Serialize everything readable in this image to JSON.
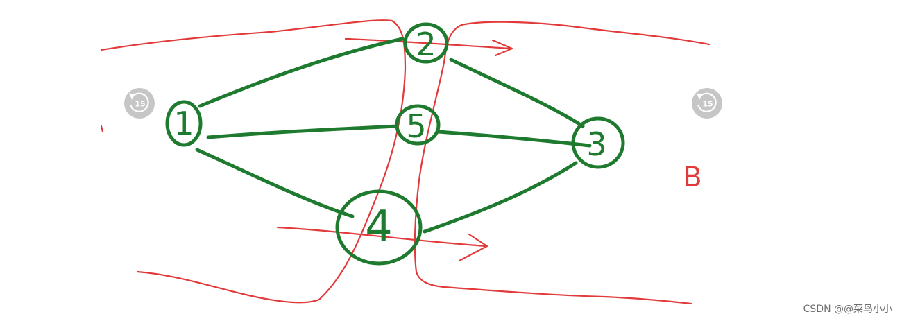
{
  "nodes": [
    {
      "label": "1"
    },
    {
      "label": "2"
    },
    {
      "label": "3"
    },
    {
      "label": "4"
    },
    {
      "label": "5"
    }
  ],
  "edges": [
    {
      "from": "1",
      "to": "2"
    },
    {
      "from": "1",
      "to": "5"
    },
    {
      "from": "1",
      "to": "4"
    },
    {
      "from": "2",
      "to": "3"
    },
    {
      "from": "5",
      "to": "3"
    },
    {
      "from": "4",
      "to": "3"
    }
  ],
  "side_label": "B",
  "replay_buttons": [
    {
      "label": "15",
      "icon": "replay-15-icon"
    },
    {
      "label": "15",
      "icon": "replay-15-icon"
    }
  ],
  "watermark": "CSDN @@菜鸟小小",
  "colors": {
    "graph": "#1e7a2e",
    "cut": "#e23a3a",
    "button": "#c6c6c6"
  }
}
